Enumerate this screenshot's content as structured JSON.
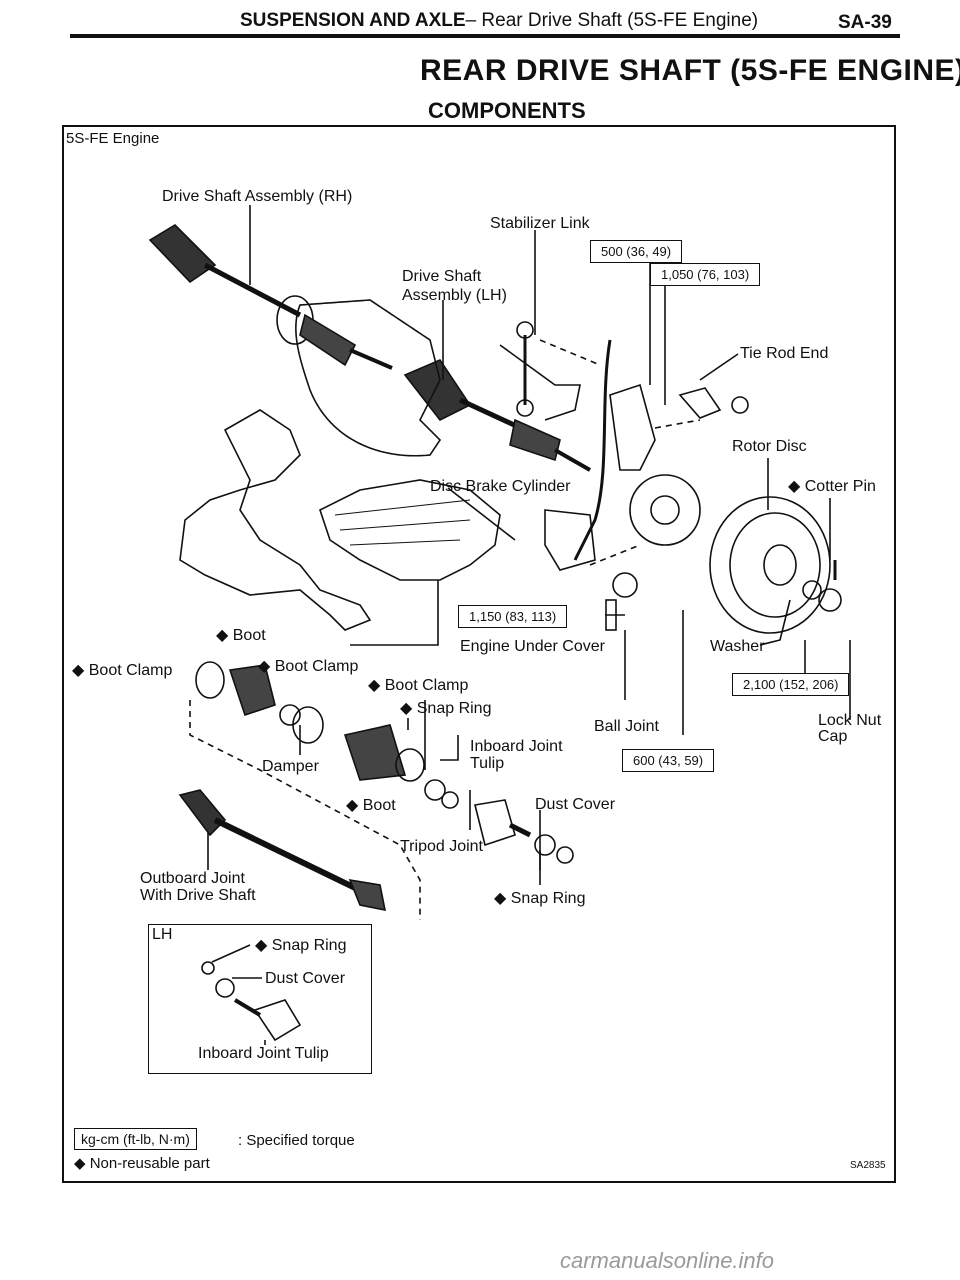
{
  "header": {
    "section": "SUSPENSION AND AXLE",
    "subsection": "– Rear Drive Shaft (5S-FE Engine)",
    "page_number": "SA-39"
  },
  "title": "REAR DRIVE SHAFT (5S-FE ENGINE)",
  "subtitle": "COMPONENTS",
  "frame_label": "5S-FE Engine",
  "labels": {
    "drive_shaft_rh": "Drive Shaft Assembly (RH)",
    "stabilizer_link": "Stabilizer Link",
    "drive_shaft_lh_1": "Drive Shaft",
    "drive_shaft_lh_2": "Assembly (LH)",
    "tie_rod_end": "Tie Rod End",
    "rotor_disc": "Rotor Disc",
    "cotter_pin": "◆ Cotter Pin",
    "disc_brake_cylinder": "Disc Brake Cylinder",
    "boot_top": "◆ Boot",
    "boot_clamp_left": "◆ Boot Clamp",
    "boot_clamp_mid": "◆ Boot Clamp",
    "boot_clamp_right": "◆ Boot Clamp",
    "engine_under_cover": "Engine Under Cover",
    "washer": "Washer",
    "snap_ring_upper": "◆ Snap Ring",
    "ball_joint": "Ball Joint",
    "lock_nut_cap_1": "Lock Nut",
    "lock_nut_cap_2": "Cap",
    "inboard_joint_tulip_1": "Inboard Joint",
    "inboard_joint_tulip_2": "Tulip",
    "damper": "Damper",
    "boot_lower": "◆ Boot",
    "dust_cover": "Dust Cover",
    "tripod_joint": "Tripod Joint",
    "outboard_joint_1": "Outboard Joint",
    "outboard_joint_2": "With Drive Shaft",
    "snap_ring_lower": "◆ Snap Ring"
  },
  "torques": {
    "t500": "500 (36, 49)",
    "t1050": "1,050 (76, 103)",
    "t1150": "1,150 (83, 113)",
    "t2100": "2,100 (152, 206)",
    "t600": "600 (43, 59)"
  },
  "lh_inset": {
    "tag": "LH",
    "snap_ring": "◆ Snap Ring",
    "dust_cover": "Dust Cover",
    "tulip": "Inboard Joint Tulip"
  },
  "legend": {
    "torque_units": "kg-cm (ft-lb, N·m)",
    "torque_desc": ": Specified torque",
    "non_reusable": "◆ Non-reusable part"
  },
  "figure_code": "SA2835",
  "watermark": "carmanualsonline.info"
}
